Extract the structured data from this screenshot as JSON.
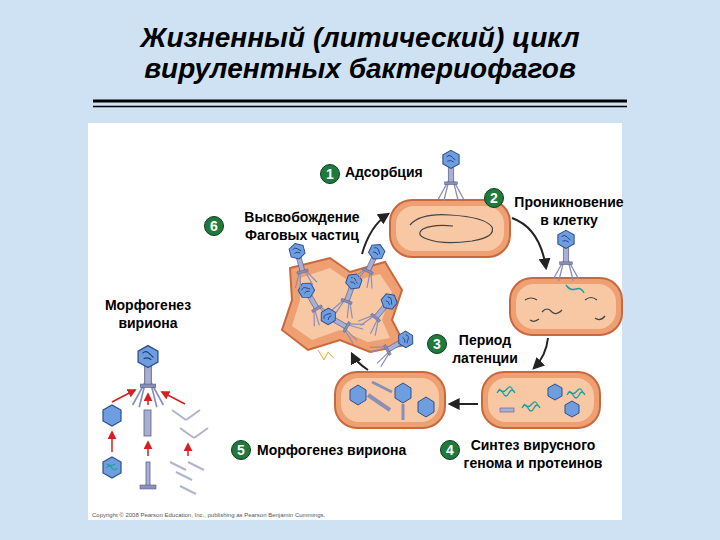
{
  "diagram": {
    "title": "Жизненный (литический) цикл вирулентных бактериофагов",
    "nodes": [
      {
        "text": [
          "1",
          "Адсорбция"
        ]
      },
      {
        "text": [
          "2",
          "Проникновение в клетку"
        ]
      },
      {
        "text": [
          "3",
          "Период латенции"
        ]
      },
      {
        "text": [
          "4",
          "Синтез вирусного генома и протеинов"
        ]
      },
      {
        "text": [
          "5",
          "Морфогенез вириона"
        ]
      },
      {
        "text": [
          "6",
          "Высвобождение Фаговых частиц"
        ]
      }
    ],
    "labels": [
      "Морфогенез вириона",
      "Copyright © 2008 Pearson Education, Inc., publishing as Pearson Benjamin Cummings."
    ]
  }
}
